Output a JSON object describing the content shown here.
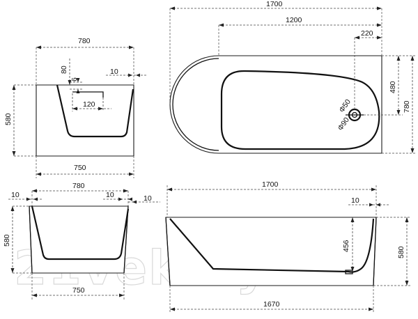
{
  "watermark": "21vek.by",
  "views": {
    "top_left": {
      "width_top": "780",
      "gap_right": "10",
      "drop": "80",
      "wall": "6",
      "drain_spacing": "120",
      "height": "580",
      "width_bottom": "750"
    },
    "plan": {
      "length": "1700",
      "inner_length": "1200",
      "drain_offset": "220",
      "depth_top": "480",
      "width": "780",
      "drain_small": "Φ50",
      "drain_large": "Φ90"
    },
    "bottom_left": {
      "width_top": "780",
      "rim_left": "10",
      "rim_right": "10",
      "rim_outside": "10",
      "height": "580",
      "width_bottom": "750"
    },
    "side": {
      "length": "1700",
      "rim": "10",
      "inner_depth": "456",
      "height": "580",
      "base_length": "1670"
    }
  }
}
